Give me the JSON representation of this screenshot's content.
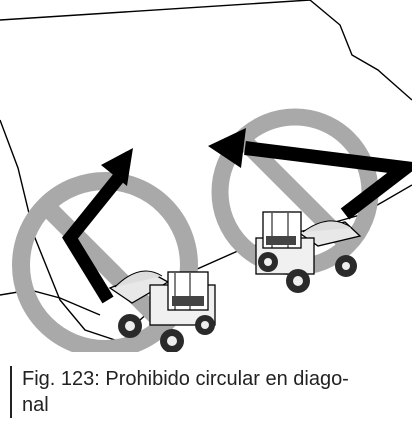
{
  "figure": {
    "caption": "Fig. 123: Prohibido circular en diagonal",
    "caption_line1": "Fig. 123: Prohibido circular en diago-",
    "caption_line2": "nal",
    "prohibition_color": "#a9a9a9",
    "arrow_color": "#000000",
    "icons": [
      "slope-outline",
      "prohibition-sign-icon",
      "diagonal-arrow-icon",
      "dumper-vehicle-icon"
    ]
  }
}
